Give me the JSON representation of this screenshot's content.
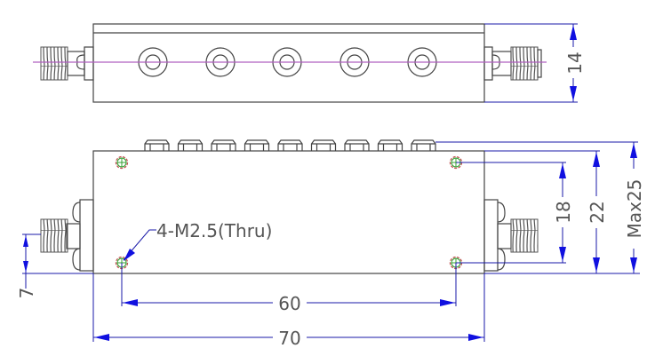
{
  "colors": {
    "outline": "#444444",
    "dimension": "#1a1aa8",
    "arrow": "#1010e0",
    "centerline": "#b060c0",
    "hole_ring": "#c05050",
    "hole_cross": "#30a030"
  },
  "top_view": {
    "dimension_height": "14"
  },
  "front_view": {
    "hole_callout": "4-M2.5(Thru)",
    "dim_hole_spacing_horizontal": "60",
    "dim_length": "70",
    "dim_hole_spacing_vertical": "18",
    "dim_body_height": "22",
    "dim_max_height": "Max25",
    "dim_connector_offset": "7"
  }
}
